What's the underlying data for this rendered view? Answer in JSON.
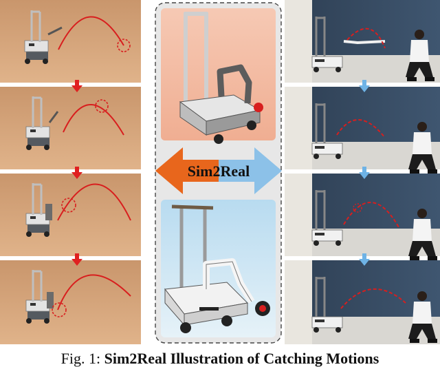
{
  "caption": {
    "prefix": "Fig. 1: ",
    "title": "Sim2Real Illustration of Catching Motions"
  },
  "center_label": "Sim2Real",
  "colors": {
    "sim_floor_light": "#d8a67a",
    "sim_floor_dark": "#b27d55",
    "trajectory_red": "#d81e1e",
    "arrow_red": "#e02020",
    "arrow_blue": "#6eb3e6",
    "sim2real_orange": "#e8661c",
    "sim2real_blue": "#8cc1e8",
    "real_wall": "#33475e",
    "real_floor": "#d9d7d2",
    "center_top_bg": "#f4bda4",
    "center_bottom_bg": "#d5e9f4",
    "panel_border": "#444444"
  },
  "icons": [
    "down-arrow-icon",
    "double-headed-arrow-icon",
    "robot-arm",
    "mobile-base",
    "person"
  ]
}
